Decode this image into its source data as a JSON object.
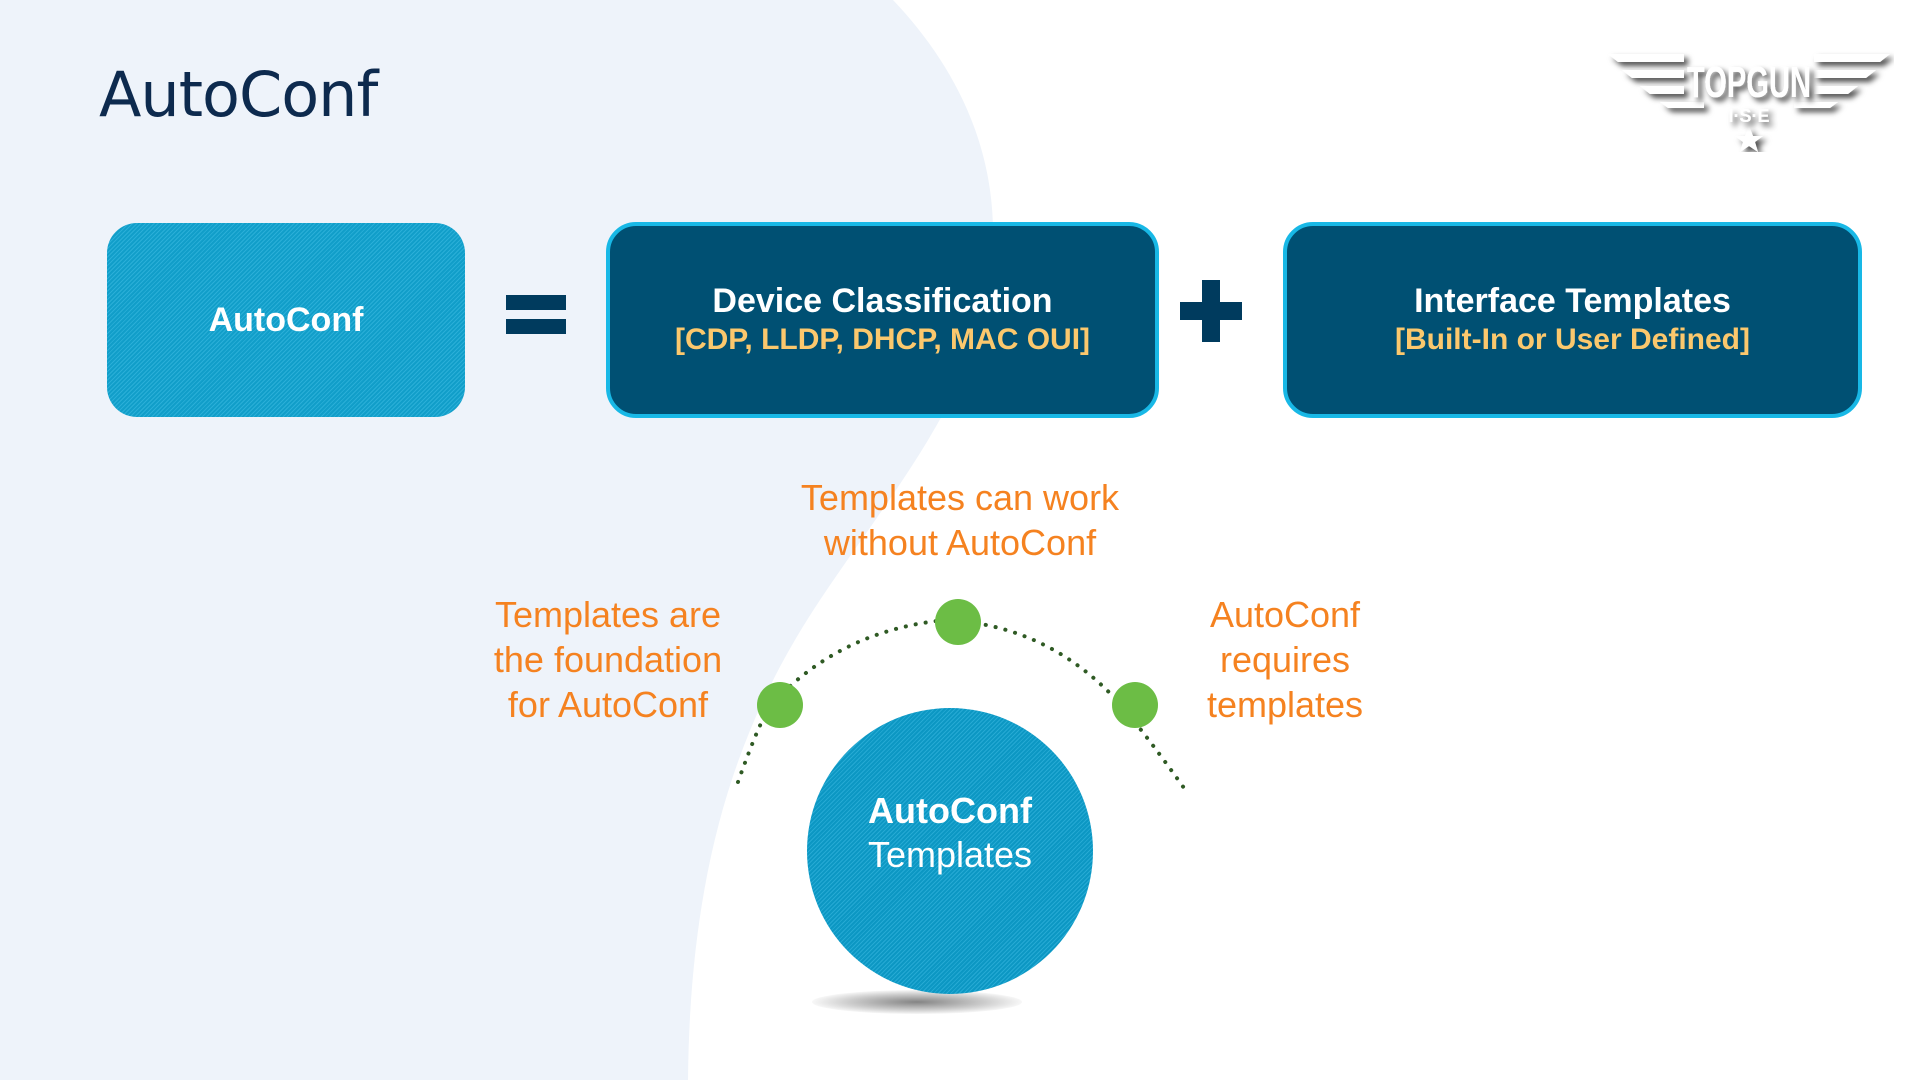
{
  "slide": {
    "title": "AutoConf",
    "logo": {
      "text": "TOPGUN",
      "subtext": "I·S·E",
      "icon": "topgun-wings-logo"
    }
  },
  "equation": {
    "left_box": {
      "label": "AutoConf"
    },
    "equals_operator": "=",
    "plus_operator": "+",
    "device_classification": {
      "title": "Device Classification",
      "subtitle": "[CDP, LLDP, DHCP, MAC OUI]"
    },
    "interface_templates": {
      "title": "Interface Templates",
      "subtitle": "[Built-In or User Defined]"
    }
  },
  "relationship": {
    "center": {
      "title": "AutoConf",
      "subtitle": "Templates"
    },
    "captions": {
      "top": [
        "Templates can work",
        "without AutoConf"
      ],
      "left": [
        "Templates are",
        "the foundation",
        "for AutoConf"
      ],
      "right": [
        "AutoConf",
        "requires",
        "templates"
      ]
    }
  },
  "colors": {
    "title": "#0d2a4e",
    "accent_light_blue": "#12a6d4",
    "dark_blue": "#005073",
    "box_border": "#18b8e6",
    "subtitle_gold": "#fbc86d",
    "caption_orange": "#f58220",
    "node_green": "#6cbd45",
    "arc_dots": "#2f5a24",
    "background_shape": "#eef3fa"
  }
}
